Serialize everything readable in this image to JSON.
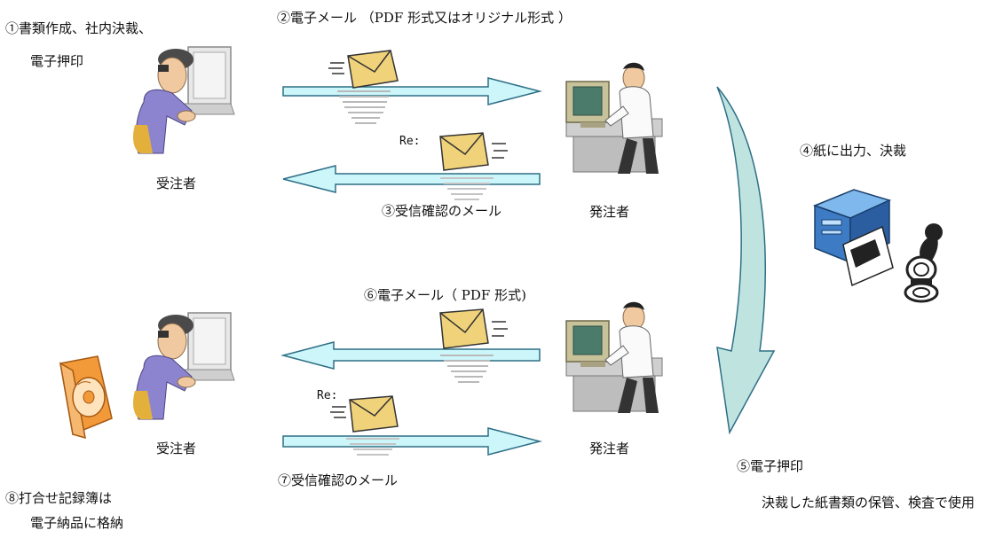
{
  "steps": {
    "step1_line1": "①書類作成、社内決裁、",
    "step1_line2": "電子押印",
    "step2": "②電子メール （PDF 形式又はオリジナル形式 ）",
    "step3": "③受信確認のメール",
    "step4": "④紙に出力、決裁",
    "step5": "⑤電子押印",
    "step5_note": "決裁した紙書類の保管、検査で使用",
    "step6": "⑥電子メール（ PDF 形式)",
    "step7": "⑦受信確認のメール",
    "step8_line1": "⑧打合せ記録簿は",
    "step8_line2": "電子納品に格納"
  },
  "actors": {
    "contractor_top": "受注者",
    "contractor_bottom": "受注者",
    "orderer_top": "発注者",
    "orderer_bottom": "発注者"
  },
  "reply_prefix": {
    "top": "Re:",
    "bottom": "Re:"
  },
  "colors": {
    "arrow_fill": "#ccf6f9",
    "arrow_stroke": "#2e6e86",
    "curve_fill": "#bfe4e0",
    "envelope": "#f0d27a"
  }
}
